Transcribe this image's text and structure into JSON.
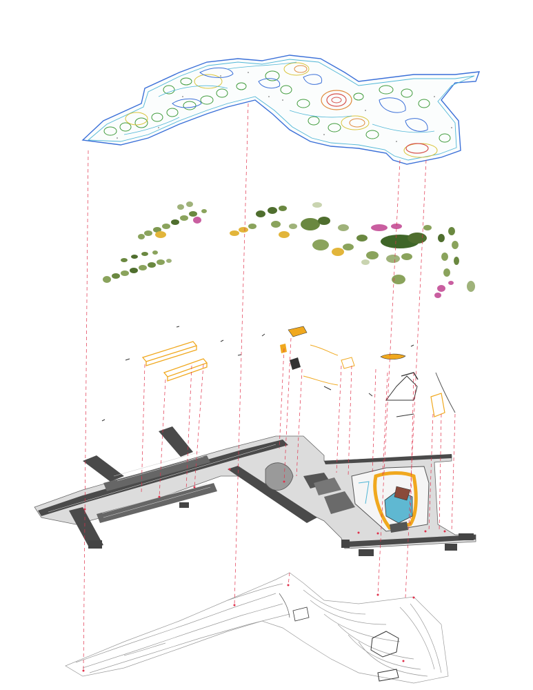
{
  "diagram": {
    "layers": [
      {
        "id": "topography-heatmap",
        "kind": "contour-heat-map"
      },
      {
        "id": "vegetation",
        "kind": "tree-planting"
      },
      {
        "id": "structures",
        "kind": "architectural-elements"
      },
      {
        "id": "circulation",
        "kind": "roads-and-paving"
      },
      {
        "id": "terrain-base",
        "kind": "existing-contours"
      }
    ],
    "colors": {
      "projection_line": "#e0304a",
      "contour_blue": "#3a6fd8",
      "contour_cyan": "#4fb6d6",
      "contour_green": "#3e9a3a",
      "contour_yellow": "#d9c43a",
      "contour_orange": "#e08a3c",
      "contour_red": "#d6504a",
      "tree_green": "#8aa35c",
      "tree_dark": "#4f6e2e",
      "tree_yellow": "#e2b53a",
      "tree_pink": "#c95ea0",
      "structure_orange": "#f0a81e",
      "road_dark": "#4a4a4a",
      "road_mid": "#8a8a8a",
      "water": "#5fb8d2",
      "terrain_line": "#9a9a9a"
    }
  }
}
